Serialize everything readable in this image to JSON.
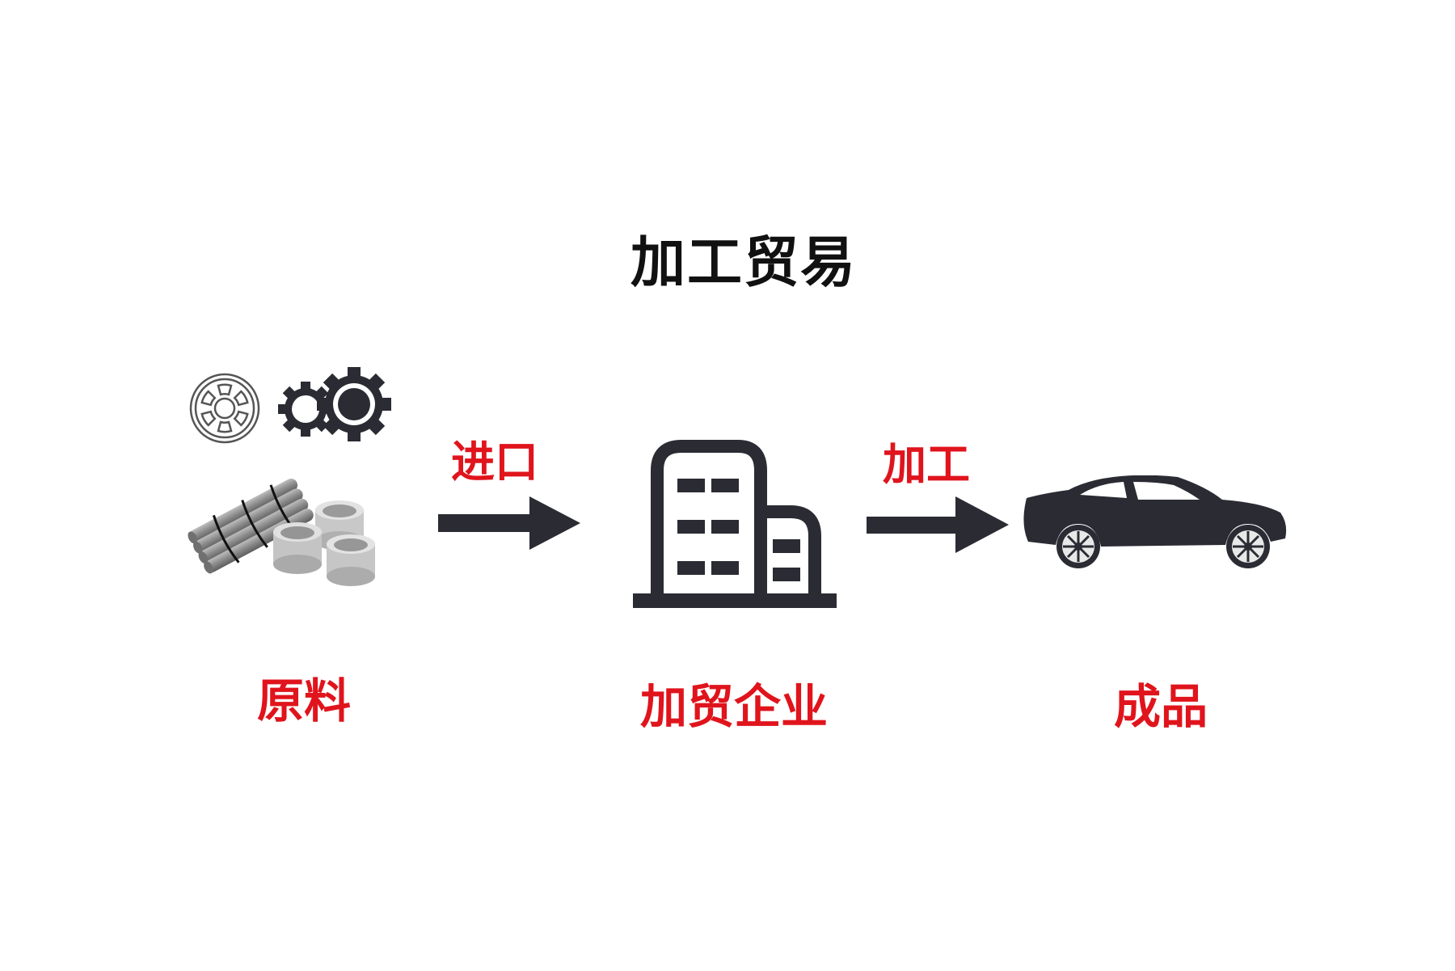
{
  "diagram": {
    "title": "加工贸易",
    "colors": {
      "title": "#111111",
      "labels": "#e0141c",
      "icons": "#2a2b33"
    },
    "nodes": [
      {
        "id": "raw",
        "label": "原料",
        "icon": "raw-materials-icon"
      },
      {
        "id": "enterprise",
        "label": "加贸企业",
        "icon": "building-icon"
      },
      {
        "id": "product",
        "label": "成品",
        "icon": "car-icon"
      }
    ],
    "edges": [
      {
        "from": "raw",
        "to": "enterprise",
        "label": "进口"
      },
      {
        "from": "enterprise",
        "to": "product",
        "label": "加工"
      }
    ]
  }
}
